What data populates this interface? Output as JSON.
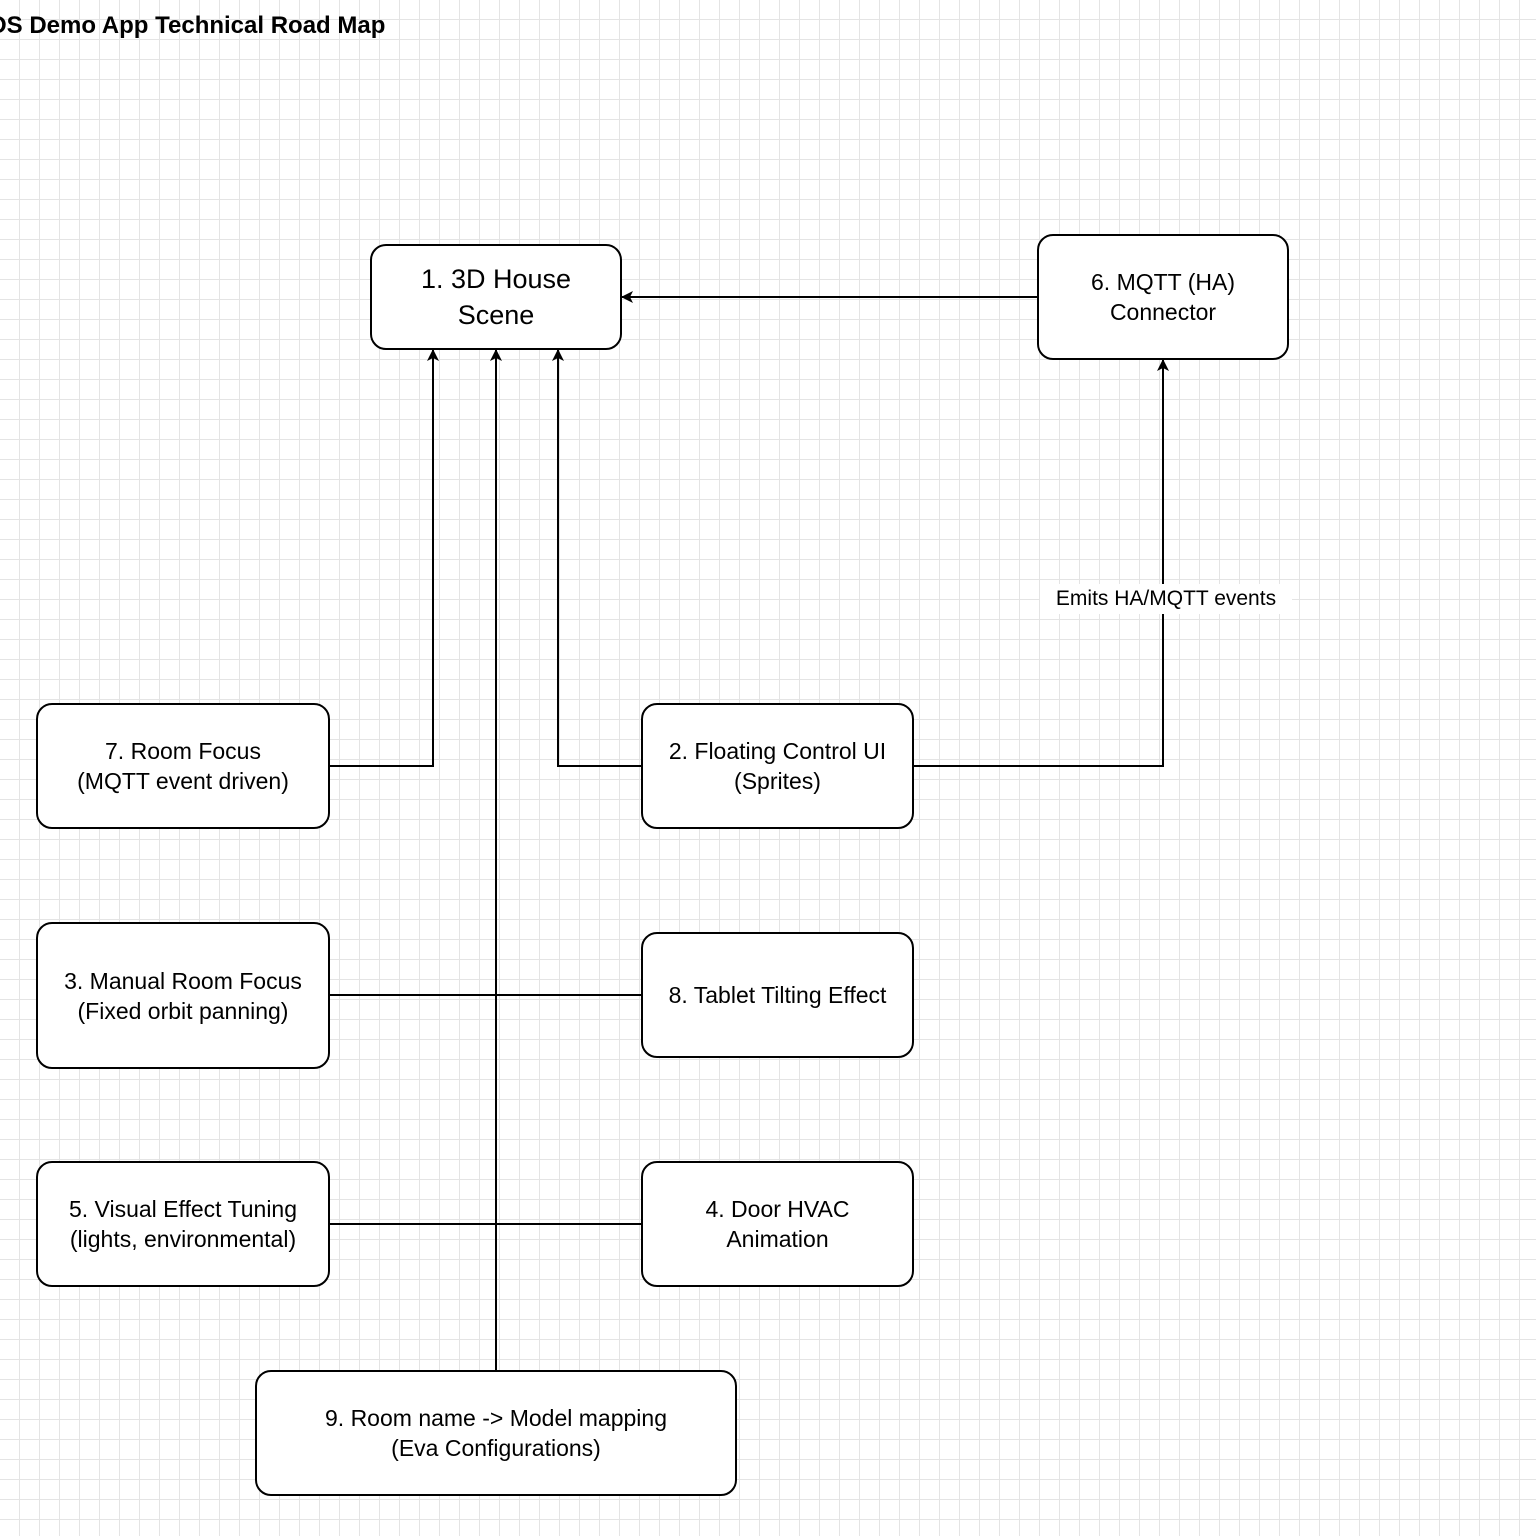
{
  "diagram": {
    "title": "OS Demo App Technical Road Map",
    "nodes": [
      {
        "id": "n1",
        "lines": [
          "1. 3D House",
          "Scene"
        ]
      },
      {
        "id": "n2",
        "lines": [
          "2. Floating Control UI",
          "(Sprites)"
        ]
      },
      {
        "id": "n3",
        "lines": [
          "3. Manual Room Focus",
          "(Fixed orbit panning)"
        ]
      },
      {
        "id": "n4",
        "lines": [
          "4. Door HVAC",
          "Animation"
        ]
      },
      {
        "id": "n5",
        "lines": [
          "5. Visual Effect Tuning",
          "(lights, environmental)"
        ]
      },
      {
        "id": "n6",
        "lines": [
          "6. MQTT (HA)",
          "Connector"
        ]
      },
      {
        "id": "n7",
        "lines": [
          "7. Room Focus",
          "(MQTT event driven)"
        ]
      },
      {
        "id": "n8",
        "lines": [
          "8. Tablet Tilting Effect"
        ]
      },
      {
        "id": "n9",
        "lines": [
          "9. Room name -> Model mapping",
          "(Eva Configurations)"
        ]
      }
    ],
    "edges": [
      {
        "id": "e6-1",
        "from": "n6",
        "to": "n1",
        "label": ""
      },
      {
        "id": "e7-1",
        "from": "n7",
        "to": "n1",
        "label": ""
      },
      {
        "id": "e2-1",
        "from": "n2",
        "to": "n1",
        "label": ""
      },
      {
        "id": "e2-6",
        "from": "n2",
        "to": "n6",
        "label": "Emits HA/MQTT events"
      },
      {
        "id": "e9-1",
        "from": "n9",
        "to": "n1",
        "label": ""
      },
      {
        "id": "e3-8",
        "from": "n3",
        "to": "n8",
        "label": ""
      },
      {
        "id": "e5-4",
        "from": "n5",
        "to": "n4",
        "label": ""
      }
    ]
  }
}
